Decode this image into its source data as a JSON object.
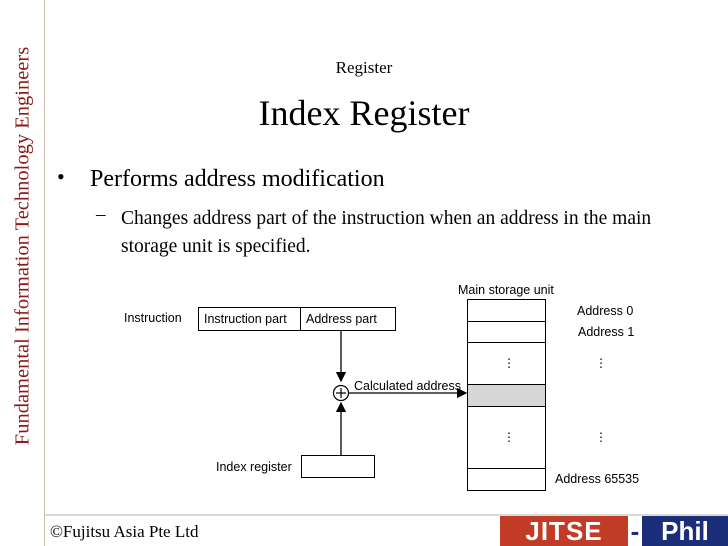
{
  "side_band": {
    "text": "Fundamental Information Technology Engineers"
  },
  "slide": {
    "subtitle": "Register",
    "title": "Index Register",
    "bullet1": "Performs address modification",
    "bullet2": "Changes address part of the instruction when an address in the main storage unit is specified."
  },
  "diagram": {
    "instruction_label": "Instruction",
    "instruction_part": "Instruction part",
    "address_part": "Address part",
    "adder_symbol": "+",
    "calculated_address": "Calculated address",
    "index_register_label": "Index register",
    "main_storage_label": "Main storage unit",
    "address_0": "Address 0",
    "address_1": "Address 1",
    "ellipsis": "⋮",
    "address_last": "Address 65535"
  },
  "footer": {
    "copyright": "©Fujitsu Asia Pte Ltd",
    "logo_left": "JITSE",
    "logo_dash": "-",
    "logo_right": "Phil"
  },
  "colors": {
    "side_text": "#8b1a1a",
    "logo_red": "#c23b27",
    "logo_blue": "#1b2e7a",
    "highlight_cell": "#d6d6d6"
  }
}
